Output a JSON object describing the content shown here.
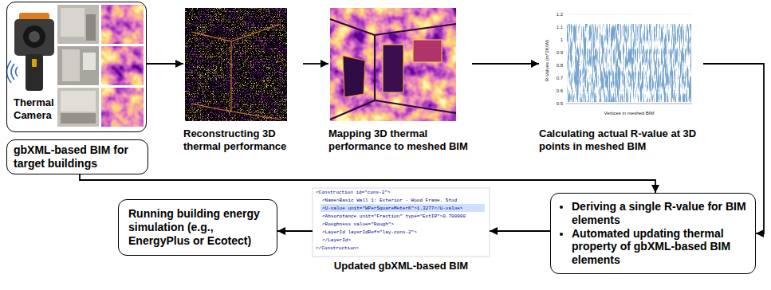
{
  "diagram": {
    "nodes": [
      {
        "text": [
          "Thermal Camera"
        ]
      },
      {
        "text": [
          "gbXML-based BIM for target buildings"
        ]
      },
      {
        "text": [
          "Reconstructing 3D thermal performance"
        ]
      },
      {
        "text": [
          "Mapping 3D thermal performance to meshed BIM"
        ]
      },
      {
        "text": [
          "Calculating actual R-value at 3D points in meshed BIM"
        ]
      },
      {
        "text": [
          "Deriving a single R-value for BIM elements",
          "Automated updating thermal property of gbXML-based BIM elements"
        ]
      },
      {
        "text": [
          "Updated gbXML-based BIM"
        ]
      },
      {
        "text": [
          "Running building energy simulation (e.g., EnergyPlus or Ecotect)"
        ]
      }
    ],
    "edges": [
      {
        "from": 0,
        "to": 2,
        "arrow": "to"
      },
      {
        "from": 2,
        "to": 3,
        "arrow": "to"
      },
      {
        "from": 3,
        "to": 4,
        "arrow": "to"
      },
      {
        "from": 4,
        "to": 5,
        "arrow": "to"
      },
      {
        "from": 1,
        "to": 5,
        "arrow": "to"
      },
      {
        "from": 5,
        "to": 6,
        "arrow": "to"
      },
      {
        "from": 6,
        "to": 7,
        "arrow": "to"
      }
    ],
    "labels": [
      "R-Values (m^2K/W)",
      "Vertices in meshed BIM",
      "1.2",
      "1.1",
      "1",
      "0.9",
      "0.8",
      "0.7",
      "0.6",
      "0.5",
      "<Construction id=\"cons-2\">",
      "<Name>Basic Wall 1: Exterior - Wood Frame. Stud",
      "<U-value unit=\"WPerSquareMeterK\">1.3277</U-value>",
      "<Absorptance unit=\"Fraction\" type=\"ExtIR\">0.700000",
      "<Roughness value=\"Rough\">",
      "<LayerId layerIdRef=\"lay-cons-2\">",
      "</LayerId>",
      "</Construction>"
    ]
  }
}
